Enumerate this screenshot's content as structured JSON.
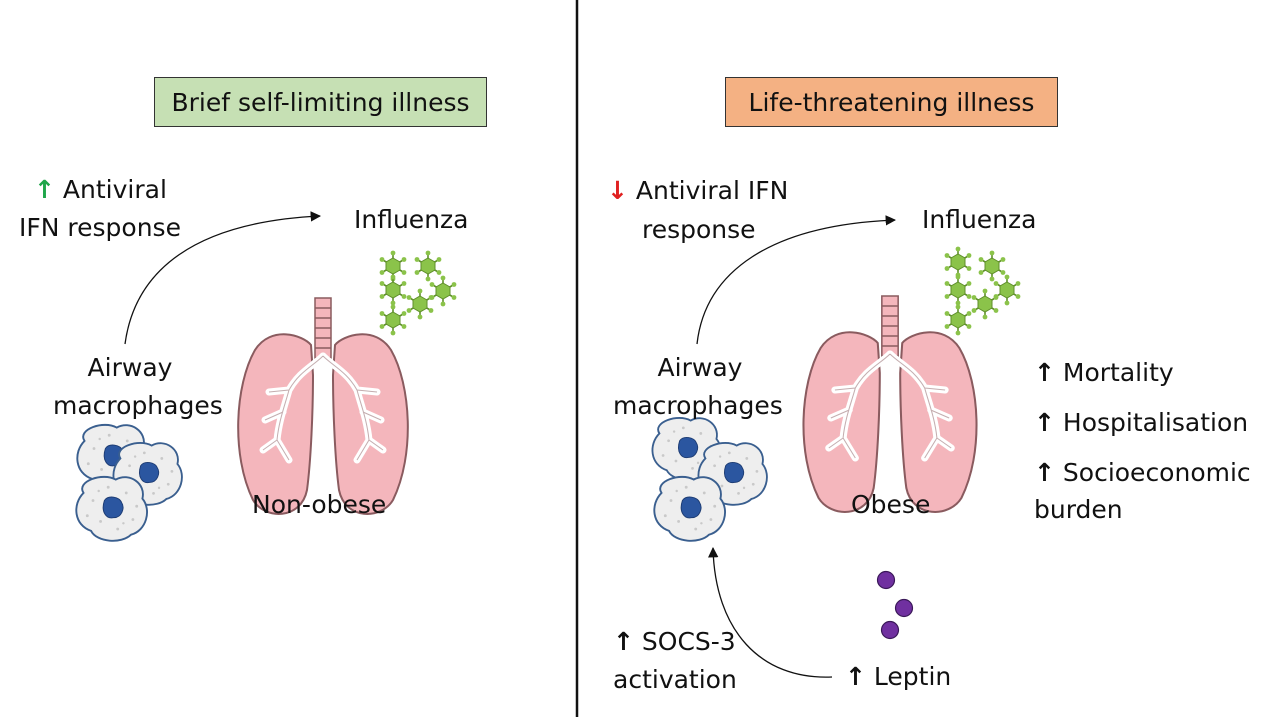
{
  "left": {
    "heading": "Brief self-limiting illness",
    "heading_color": "#c6e0b4",
    "ifn_arrow": "↑",
    "ifn_arrow_color": "#1fa64a",
    "ifn_line1": "Antiviral",
    "ifn_line2": "IFN response",
    "virus_label": "Influenza",
    "cells_line1": "Airway",
    "cells_line2": "macrophages",
    "lung_label": "Non-obese"
  },
  "right": {
    "heading": "Life-threatening illness",
    "heading_color": "#f4b183",
    "ifn_arrow": "↓",
    "ifn_arrow_color": "#e02020",
    "ifn_line1": "Antiviral IFN",
    "ifn_line2": "response",
    "virus_label": "Influenza",
    "cells_line1": "Airway",
    "cells_line2": "macrophages",
    "lung_label": "Obese",
    "outcomes": [
      {
        "arrow": "↑",
        "text": "Mortality"
      },
      {
        "arrow": "↑",
        "text": "Hospitalisation"
      },
      {
        "arrow": "↑",
        "text": "Socioeconomic"
      }
    ],
    "outcome_cont": "burden",
    "socs_arrow": "↑",
    "socs_line1": "SOCS-3",
    "socs_line2": "activation",
    "leptin_arrow": "↑",
    "leptin_label": "Leptin"
  },
  "colors": {
    "lung_fill": "#f4b6bc",
    "lung_stroke": "#8a5b5f",
    "virus": "#8bc34a",
    "virus_dark": "#5f8f2a",
    "cell_fill": "#eeeeee",
    "cell_stroke": "#3a5f8f",
    "nucleus": "#2b56a0",
    "leptin": "#7030a0"
  },
  "icons": [
    "lung-icon",
    "virus-icon",
    "macrophage-icon",
    "leptin-molecule-icon"
  ]
}
